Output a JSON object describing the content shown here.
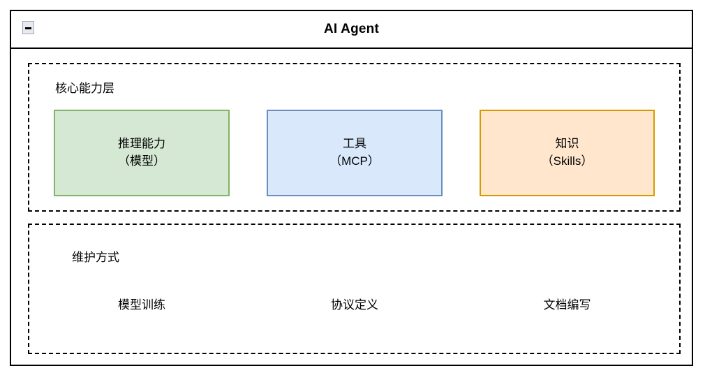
{
  "diagram": {
    "title": "AI Agent",
    "collapse_icon": "minus-icon",
    "colors": {
      "border": "#000000",
      "green_fill": "#d5e8d4",
      "green_stroke": "#82b366",
      "blue_fill": "#dae8fc",
      "blue_stroke": "#6c8ebf",
      "orange_fill": "#ffe6cc",
      "orange_stroke": "#d79b00",
      "collapse_fill": "#e8eaf0",
      "collapse_stroke": "#a0a8bd"
    },
    "sections": [
      {
        "label": "核心能力层",
        "boxes": [
          {
            "line1": "推理能力",
            "line2": "（模型）",
            "fill": "#d5e8d4",
            "stroke": "#82b366"
          },
          {
            "line1": "工具",
            "line2": "（MCP）",
            "fill": "#dae8fc",
            "stroke": "#6c8ebf"
          },
          {
            "line1": "知识",
            "line2": "（Skills）",
            "fill": "#ffe6cc",
            "stroke": "#d79b00"
          }
        ]
      },
      {
        "label": "维护方式",
        "items": [
          {
            "label": "模型训练"
          },
          {
            "label": "协议定义"
          },
          {
            "label": "文档编写"
          }
        ]
      }
    ]
  }
}
